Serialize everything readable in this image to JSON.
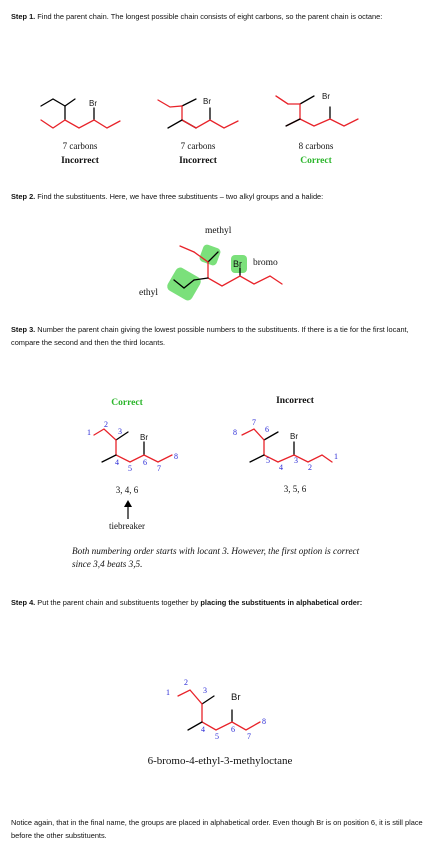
{
  "step1": {
    "label": "Step 1.",
    "text": " Find the parent chain. The longest possible chain consists of eight carbons, so the parent chain is octane:",
    "options": [
      {
        "count": "7 carbons",
        "verdict": "Incorrect"
      },
      {
        "count": "7 carbons",
        "verdict": "Incorrect"
      },
      {
        "count": "8 carbons",
        "verdict": "Correct"
      }
    ]
  },
  "step2": {
    "label": "Step 2.",
    "text": " Find the substituents. Here, we have three substituents – two alkyl groups and a halide:",
    "methyl": "methyl",
    "bromo": "bromo",
    "ethyl": "ethyl"
  },
  "step3": {
    "label": "Step 3.",
    "text": " Number the parent chain giving the lowest possible numbers to the substituents. If there is a tie for the first locant, compare the second and then the third locants.",
    "correct_title": "Correct",
    "incorrect_title": "Incorrect",
    "correct_locants": "3, 4, 6",
    "incorrect_locants": "3, 5, 6",
    "tiebreaker": "tiebreaker",
    "note": "Both numbering order starts with locant 3. However, the first option is correct since 3,4 beats 3,5."
  },
  "step4": {
    "label": "Step 4.",
    "text_plain": " Put the parent chain and substituents together by ",
    "text_bold": "placing the substituents in alphabetical order:",
    "name": "6-bromo-4-ethyl-3-methyloctane"
  },
  "final_note": "Notice again, that in the final name, the groups are placed in alphabetical order. Even though Br is on position 6, it is still place before the other substituents.",
  "atoms": {
    "br": "Br"
  },
  "numbers": {
    "n1": "1",
    "n2": "2",
    "n3": "3",
    "n4": "4",
    "n5": "5",
    "n6": "6",
    "n7": "7",
    "n8": "8"
  },
  "colors": {
    "chain": "#e8232a",
    "bond": "#000000",
    "locant": "#2a2ad6",
    "highlight": "#7be07b",
    "correct": "#2bb52b"
  }
}
